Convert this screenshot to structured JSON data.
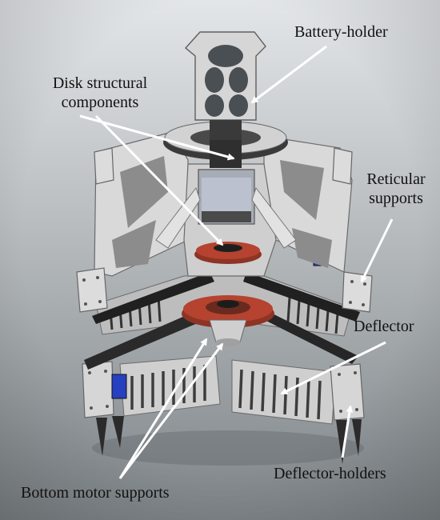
{
  "diagram": {
    "labels": {
      "battery_holder": "Battery-holder",
      "disk_line1": "Disk structural",
      "disk_line2": "components",
      "reticular_line1": "Reticular",
      "reticular_line2": "supports",
      "deflector": "Deflector",
      "deflector_holders": "Deflector-holders",
      "bottom_motor_supports": "Bottom motor supports"
    },
    "colors": {
      "background_top": "#e3e6e8",
      "background_bottom": "#7f8589",
      "part_light": "#d9d9d9",
      "part_shadow": "#8c8c8c",
      "propeller": "#262626",
      "motor_disk": "#b5432f",
      "servo": "#2740c0",
      "arrow": "#ffffff"
    }
  }
}
